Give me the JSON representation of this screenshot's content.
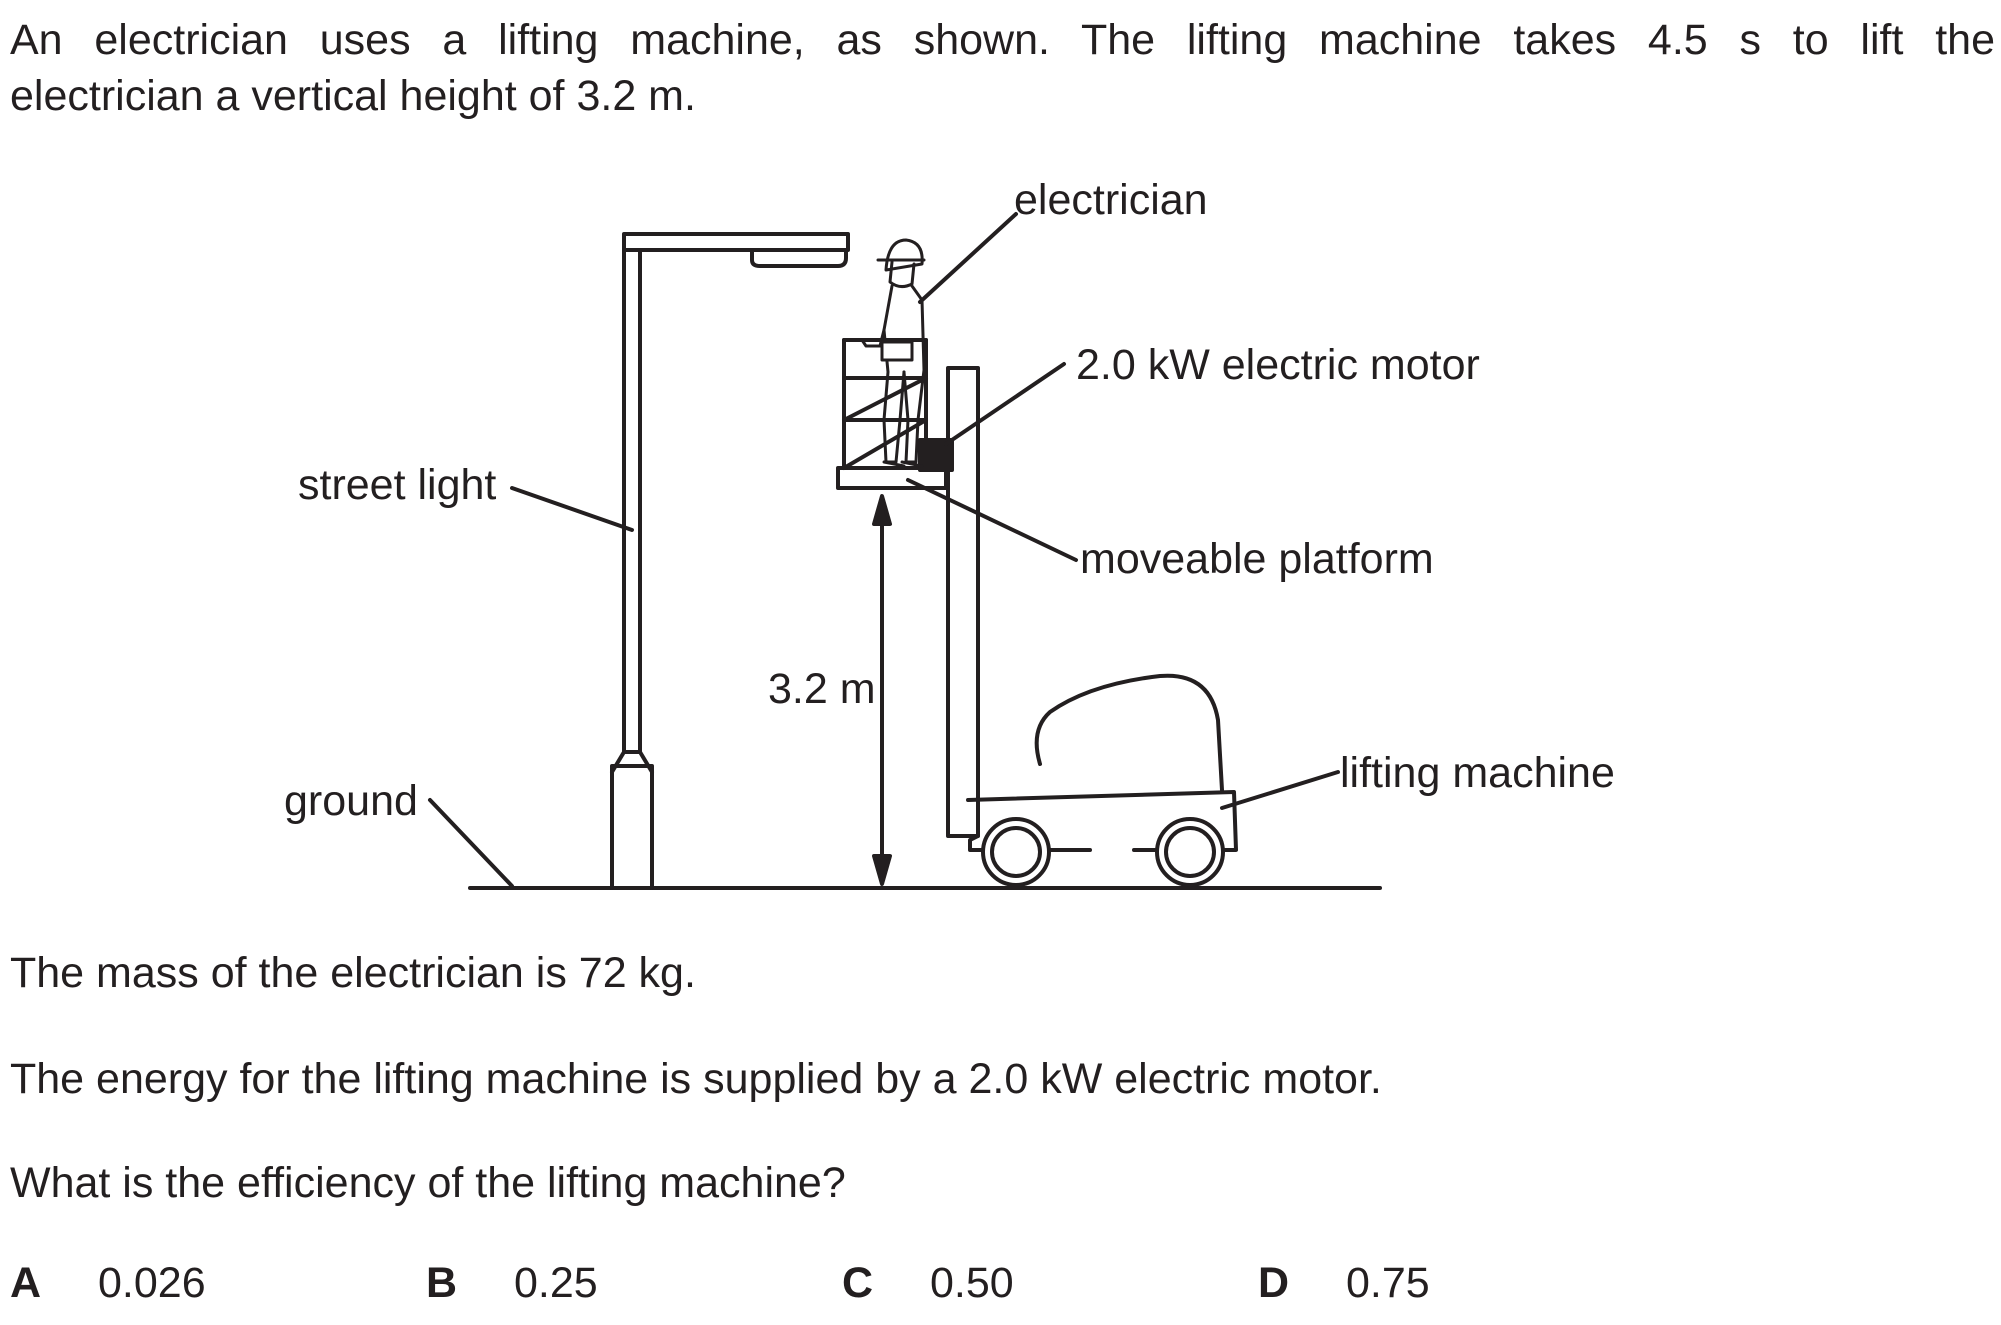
{
  "intro": {
    "line1": "An electrician uses a lifting machine, as shown. The lifting machine takes 4.5 s to lift the",
    "line2": "electrician a vertical height of 3.2 m."
  },
  "diagram": {
    "labels": {
      "electrician": "electrician",
      "motor": "2.0 kW electric motor",
      "street_light": "street light",
      "platform": "moveable platform",
      "height": "3.2 m",
      "ground": "ground",
      "lifting_machine": "lifting machine"
    }
  },
  "facts": {
    "mass": "The mass of the electrician is 72 kg.",
    "energy": "The energy for the lifting machine is supplied by a 2.0 kW electric motor."
  },
  "question": "What is the efficiency of the lifting machine?",
  "options": [
    {
      "letter": "A",
      "value": "0.026"
    },
    {
      "letter": "B",
      "value": "0.25"
    },
    {
      "letter": "C",
      "value": "0.50"
    },
    {
      "letter": "D",
      "value": "0.75"
    }
  ]
}
